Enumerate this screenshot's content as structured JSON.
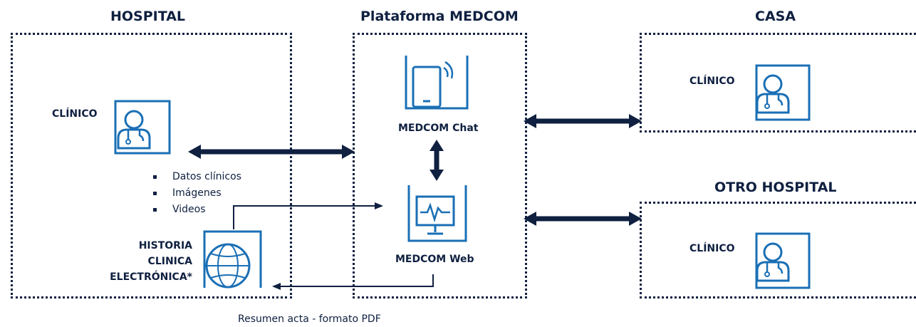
{
  "sections": {
    "hospital": "HOSPITAL",
    "platform": "Plataforma MEDCOM",
    "casa": "CASA",
    "otro_hospital": "OTRO HOSPITAL"
  },
  "hospital": {
    "clinico_label": "CLÍNICO",
    "bullets": [
      "Datos clínicos",
      "Imágenes",
      "Videos"
    ],
    "his_lines": [
      "HISTORIA",
      "CLINICA",
      "ELECTRÓNICA*"
    ]
  },
  "platform": {
    "chat_label": "MEDCOM Chat",
    "web_label": "MEDCOM Web"
  },
  "casa": {
    "clinico_label": "CLÍNICO"
  },
  "otro_hospital": {
    "clinico_label": "CLÍNICO"
  },
  "footer_note": "Resumen acta - formato PDF",
  "colors": {
    "navy": "#0f2040",
    "blue": "#1a6fb5"
  }
}
